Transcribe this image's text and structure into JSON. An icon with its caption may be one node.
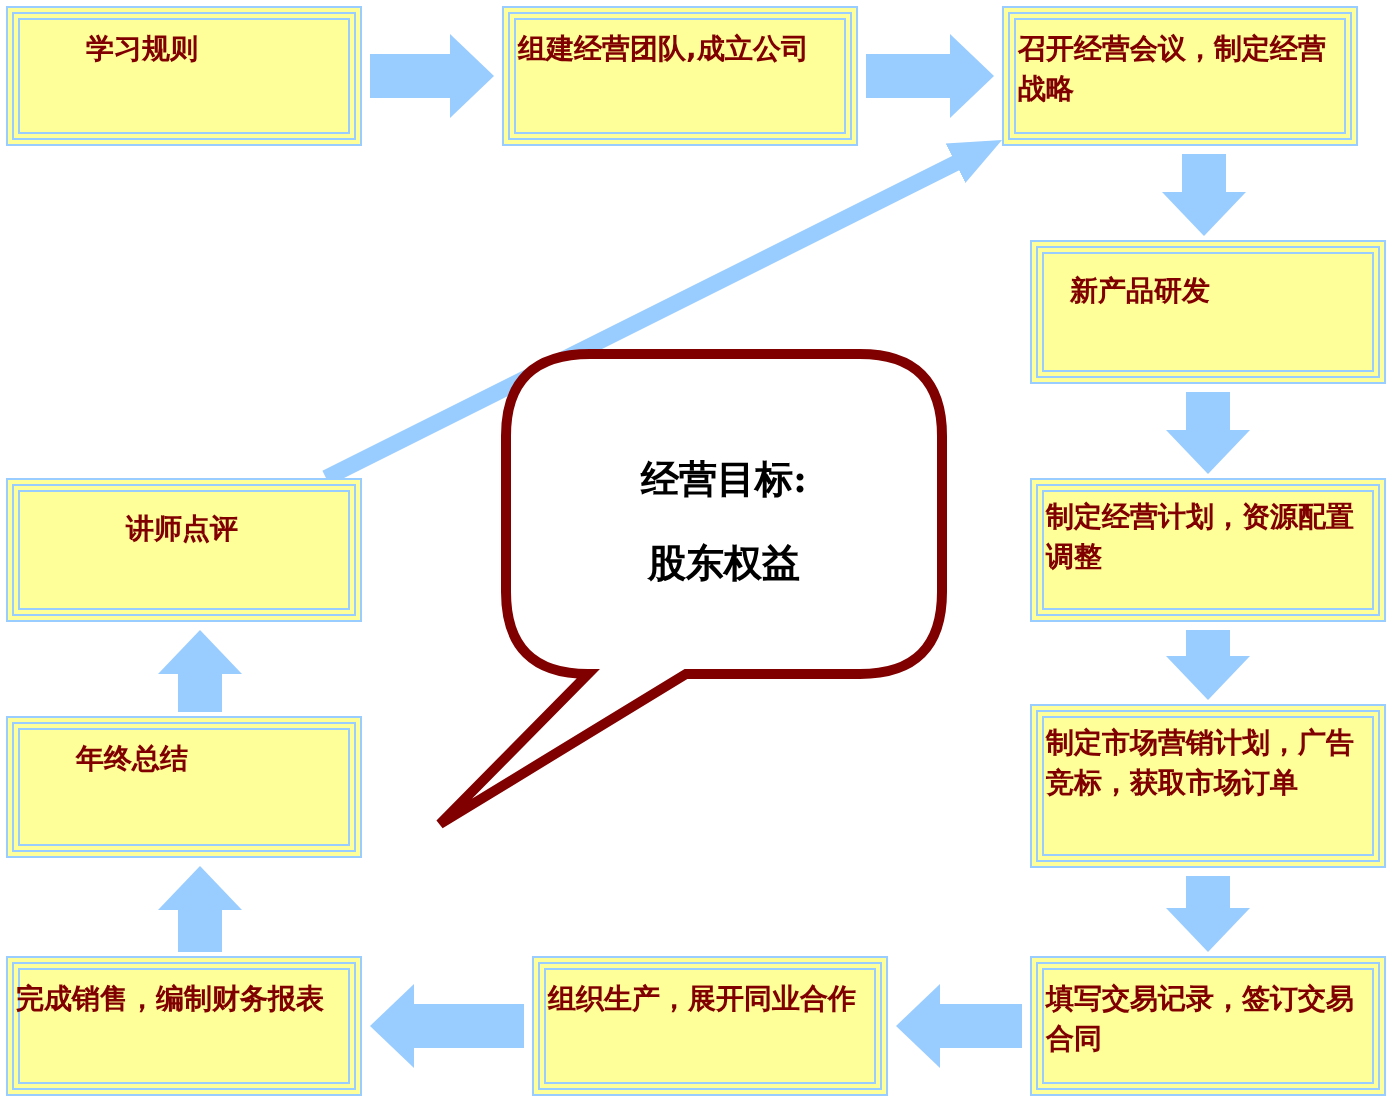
{
  "diagram": {
    "nodes": [
      {
        "text": [
          "学习规则"
        ]
      },
      {
        "text": [
          "组建经营团队,成立公司"
        ]
      },
      {
        "text": [
          "召开经营会议，制定经营战略"
        ]
      },
      {
        "text": [
          "新产品研发"
        ]
      },
      {
        "text": [
          "制定经营计划，资源配置调整"
        ]
      },
      {
        "text": [
          "制定市场营销计划，广告竞标，获取市场订单"
        ]
      },
      {
        "text": [
          "填写交易记录，签订交易合同"
        ]
      },
      {
        "text": [
          "组织生产，展开同业合作"
        ]
      },
      {
        "text": [
          "完成销售，编制财务报表"
        ]
      },
      {
        "text": [
          "年终总结"
        ]
      },
      {
        "text": [
          "讲师点评"
        ]
      },
      {
        "text": [
          "经营目标:",
          "股东权益"
        ]
      }
    ],
    "edges": [
      {
        "from": 0,
        "to": 1,
        "arrow": "to"
      },
      {
        "from": 1,
        "to": 2,
        "arrow": "to"
      },
      {
        "from": 2,
        "to": 3,
        "arrow": "to"
      },
      {
        "from": 3,
        "to": 4,
        "arrow": "to"
      },
      {
        "from": 4,
        "to": 5,
        "arrow": "to"
      },
      {
        "from": 5,
        "to": 6,
        "arrow": "to"
      },
      {
        "from": 6,
        "to": 7,
        "arrow": "to"
      },
      {
        "from": 7,
        "to": 8,
        "arrow": "to"
      },
      {
        "from": 8,
        "to": 9,
        "arrow": "to"
      },
      {
        "from": 9,
        "to": 10,
        "arrow": "to"
      },
      {
        "from": 10,
        "to": 2,
        "arrow": "to"
      }
    ]
  }
}
